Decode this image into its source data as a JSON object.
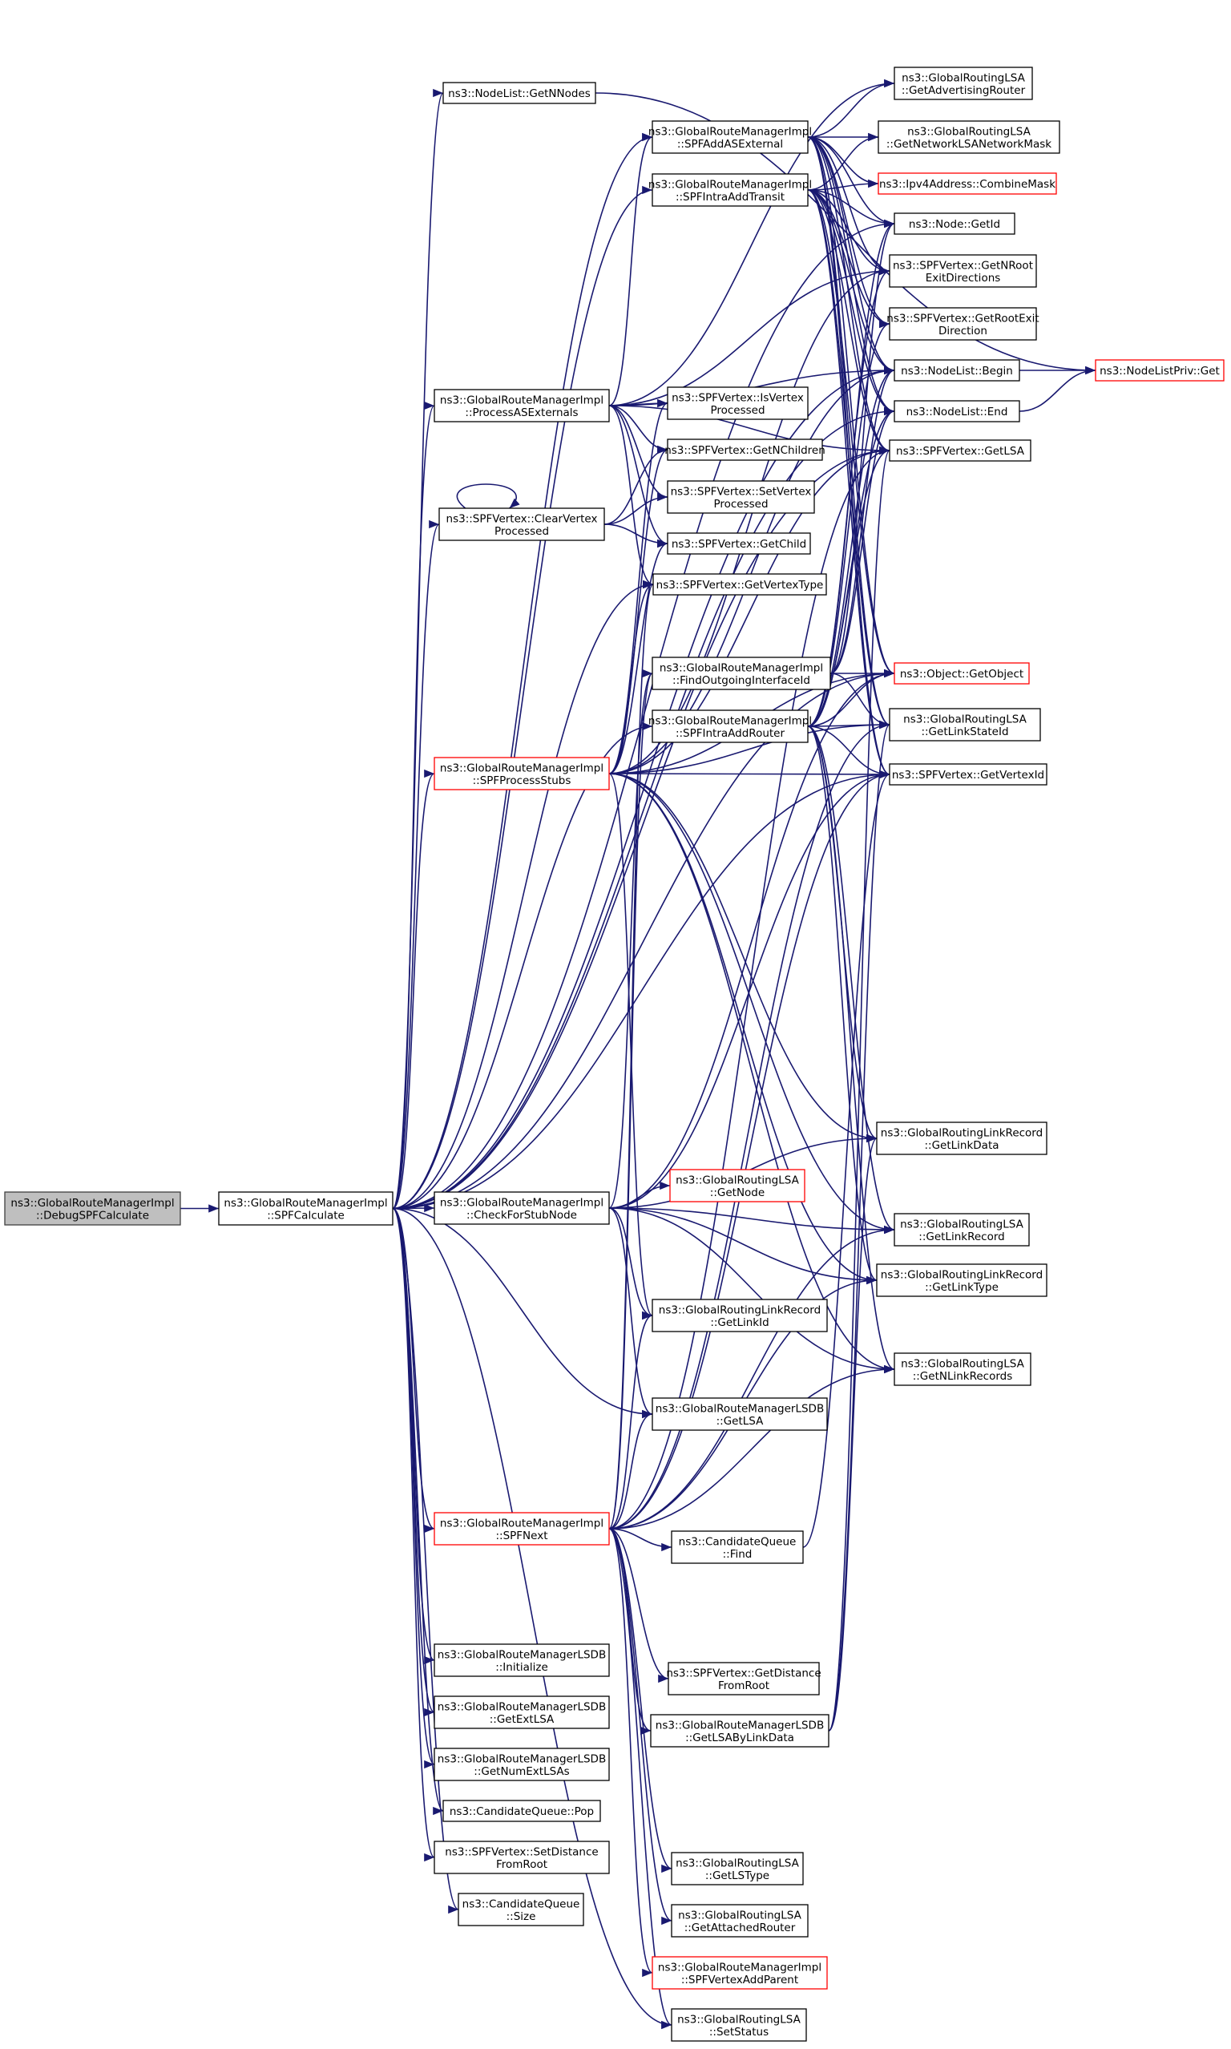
{
  "colors": {
    "edge": "#191970",
    "node_border": "#000000",
    "truncated_border": "#ff0000",
    "root_fill": "#bfbfbf"
  },
  "nodes": [
    {
      "id": "root",
      "lines": [
        "ns3::GlobalRouteManagerImpl",
        "::DebugSPFCalculate"
      ],
      "style": "root"
    },
    {
      "id": "spfcalc",
      "lines": [
        "ns3::GlobalRouteManagerImpl",
        "::SPFCalculate"
      ],
      "style": "normal"
    },
    {
      "id": "getnnodes",
      "lines": [
        "ns3::NodeList::GetNNodes"
      ],
      "style": "normal"
    },
    {
      "id": "asext",
      "lines": [
        "ns3::GlobalRouteManagerImpl",
        "::SPFAddASExternal"
      ],
      "style": "normal"
    },
    {
      "id": "transit",
      "lines": [
        "ns3::GlobalRouteManagerImpl",
        "::SPFIntraAddTransit"
      ],
      "style": "normal"
    },
    {
      "id": "procas",
      "lines": [
        "ns3::GlobalRouteManagerImpl",
        "::ProcessASExternals"
      ],
      "style": "normal"
    },
    {
      "id": "clearvp",
      "lines": [
        "ns3::SPFVertex::ClearVertex",
        "Processed"
      ],
      "style": "normal"
    },
    {
      "id": "stubs",
      "lines": [
        "ns3::GlobalRouteManagerImpl",
        "::SPFProcessStubs"
      ],
      "style": "red"
    },
    {
      "id": "checkstub",
      "lines": [
        "ns3::GlobalRouteManagerImpl",
        "::CheckForStubNode"
      ],
      "style": "normal"
    },
    {
      "id": "spfnext",
      "lines": [
        "ns3::GlobalRouteManagerImpl",
        "::SPFNext"
      ],
      "style": "red"
    },
    {
      "id": "lsdbinit",
      "lines": [
        "ns3::GlobalRouteManagerLSDB",
        "::Initialize"
      ],
      "style": "normal"
    },
    {
      "id": "getextlsa",
      "lines": [
        "ns3::GlobalRouteManagerLSDB",
        "::GetExtLSA"
      ],
      "style": "normal"
    },
    {
      "id": "getnumext",
      "lines": [
        "ns3::GlobalRouteManagerLSDB",
        "::GetNumExtLSAs"
      ],
      "style": "normal"
    },
    {
      "id": "cqpop",
      "lines": [
        "ns3::CandidateQueue::Pop"
      ],
      "style": "normal"
    },
    {
      "id": "setdist",
      "lines": [
        "ns3::SPFVertex::SetDistance",
        "FromRoot"
      ],
      "style": "normal"
    },
    {
      "id": "cqsize",
      "lines": [
        "ns3::CandidateQueue",
        "::Size"
      ],
      "style": "normal"
    },
    {
      "id": "isvp",
      "lines": [
        "ns3::SPFVertex::IsVertex",
        "Processed"
      ],
      "style": "normal"
    },
    {
      "id": "getnchildren",
      "lines": [
        "ns3::SPFVertex::GetNChildren"
      ],
      "style": "normal"
    },
    {
      "id": "setvp",
      "lines": [
        "ns3::SPFVertex::SetVertex",
        "Processed"
      ],
      "style": "normal"
    },
    {
      "id": "getchild",
      "lines": [
        "ns3::SPFVertex::GetChild"
      ],
      "style": "normal"
    },
    {
      "id": "getvtype",
      "lines": [
        "ns3::SPFVertex::GetVertexType"
      ],
      "style": "normal"
    },
    {
      "id": "findout",
      "lines": [
        "ns3::GlobalRouteManagerImpl",
        "::FindOutgoingInterfaceId"
      ],
      "style": "normal"
    },
    {
      "id": "addrouter",
      "lines": [
        "ns3::GlobalRouteManagerImpl",
        "::SPFIntraAddRouter"
      ],
      "style": "normal"
    },
    {
      "id": "lsagetnode",
      "lines": [
        "ns3::GlobalRoutingLSA",
        "::GetNode"
      ],
      "style": "red"
    },
    {
      "id": "getlinkid",
      "lines": [
        "ns3::GlobalRoutingLinkRecord",
        "::GetLinkId"
      ],
      "style": "normal"
    },
    {
      "id": "lsdbgetlsa",
      "lines": [
        "ns3::GlobalRouteManagerLSDB",
        "::GetLSA"
      ],
      "style": "normal"
    },
    {
      "id": "cqfind",
      "lines": [
        "ns3::CandidateQueue",
        "::Find"
      ],
      "style": "normal"
    },
    {
      "id": "getdist",
      "lines": [
        "ns3::SPFVertex::GetDistance",
        "FromRoot"
      ],
      "style": "normal"
    },
    {
      "id": "lsabylink",
      "lines": [
        "ns3::GlobalRouteManagerLSDB",
        "::GetLSAByLinkData"
      ],
      "style": "normal"
    },
    {
      "id": "getlstype",
      "lines": [
        "ns3::GlobalRoutingLSA",
        "::GetLSType"
      ],
      "style": "normal"
    },
    {
      "id": "getattached",
      "lines": [
        "ns3::GlobalRoutingLSA",
        "::GetAttachedRouter"
      ],
      "style": "normal"
    },
    {
      "id": "addparent",
      "lines": [
        "ns3::GlobalRouteManagerImpl",
        "::SPFVertexAddParent"
      ],
      "style": "red"
    },
    {
      "id": "setstatus",
      "lines": [
        "ns3::GlobalRoutingLSA",
        "::SetStatus"
      ],
      "style": "normal"
    },
    {
      "id": "getadvrouter",
      "lines": [
        "ns3::GlobalRoutingLSA",
        "::GetAdvertisingRouter"
      ],
      "style": "normal"
    },
    {
      "id": "getnetmask",
      "lines": [
        "ns3::GlobalRoutingLSA",
        "::GetNetworkLSANetworkMask"
      ],
      "style": "normal"
    },
    {
      "id": "combinemask",
      "lines": [
        "ns3::Ipv4Address::CombineMask"
      ],
      "style": "red"
    },
    {
      "id": "nodegetid",
      "lines": [
        "ns3::Node::GetId"
      ],
      "style": "normal"
    },
    {
      "id": "getnrootexit",
      "lines": [
        "ns3::SPFVertex::GetNRoot",
        "ExitDirections"
      ],
      "style": "normal"
    },
    {
      "id": "getrootexit",
      "lines": [
        "ns3::SPFVertex::GetRootExit",
        "Direction"
      ],
      "style": "normal"
    },
    {
      "id": "nlbegin",
      "lines": [
        "ns3::NodeList::Begin"
      ],
      "style": "normal"
    },
    {
      "id": "nlend",
      "lines": [
        "ns3::NodeList::End"
      ],
      "style": "normal"
    },
    {
      "id": "vgetlsa",
      "lines": [
        "ns3::SPFVertex::GetLSA"
      ],
      "style": "normal"
    },
    {
      "id": "getobject",
      "lines": [
        "ns3::Object::GetObject"
      ],
      "style": "red"
    },
    {
      "id": "getlinkstateid",
      "lines": [
        "ns3::GlobalRoutingLSA",
        "::GetLinkStateId"
      ],
      "style": "normal"
    },
    {
      "id": "getvertexid",
      "lines": [
        "ns3::SPFVertex::GetVertexId"
      ],
      "style": "normal"
    },
    {
      "id": "getlinkdata",
      "lines": [
        "ns3::GlobalRoutingLinkRecord",
        "::GetLinkData"
      ],
      "style": "normal"
    },
    {
      "id": "getlinkrecord",
      "lines": [
        "ns3::GlobalRoutingLSA",
        "::GetLinkRecord"
      ],
      "style": "normal"
    },
    {
      "id": "getlinktype",
      "lines": [
        "ns3::GlobalRoutingLinkRecord",
        "::GetLinkType"
      ],
      "style": "normal"
    },
    {
      "id": "getnlinkrecords",
      "lines": [
        "ns3::GlobalRoutingLSA",
        "::GetNLinkRecords"
      ],
      "style": "normal"
    },
    {
      "id": "nlprivget",
      "lines": [
        "ns3::NodeListPriv::Get"
      ],
      "style": "red"
    }
  ],
  "edges": [
    [
      "root",
      "spfcalc"
    ],
    [
      "spfcalc",
      "getnnodes"
    ],
    [
      "spfcalc",
      "asext"
    ],
    [
      "spfcalc",
      "transit"
    ],
    [
      "spfcalc",
      "procas"
    ],
    [
      "spfcalc",
      "clearvp"
    ],
    [
      "spfcalc",
      "stubs"
    ],
    [
      "spfcalc",
      "checkstub"
    ],
    [
      "spfcalc",
      "spfnext"
    ],
    [
      "spfcalc",
      "lsdbinit"
    ],
    [
      "spfcalc",
      "getextlsa"
    ],
    [
      "spfcalc",
      "getnumext"
    ],
    [
      "spfcalc",
      "cqpop"
    ],
    [
      "spfcalc",
      "setdist"
    ],
    [
      "spfcalc",
      "cqsize"
    ],
    [
      "spfcalc",
      "getvtype"
    ],
    [
      "spfcalc",
      "addrouter"
    ],
    [
      "spfcalc",
      "lsdbgetlsa"
    ],
    [
      "spfcalc",
      "getvertexid"
    ],
    [
      "spfcalc",
      "vgetlsa"
    ],
    [
      "spfcalc",
      "nodegetid"
    ],
    [
      "spfcalc",
      "nlbegin"
    ],
    [
      "spfcalc",
      "nlend"
    ],
    [
      "spfcalc",
      "getobject"
    ],
    [
      "spfcalc",
      "setstatus"
    ],
    [
      "getnnodes",
      "nlprivget"
    ],
    [
      "asext",
      "getadvrouter"
    ],
    [
      "asext",
      "getnetmask"
    ],
    [
      "asext",
      "combinemask"
    ],
    [
      "asext",
      "nodegetid"
    ],
    [
      "asext",
      "getnrootexit"
    ],
    [
      "asext",
      "getrootexit"
    ],
    [
      "asext",
      "nlbegin"
    ],
    [
      "asext",
      "nlend"
    ],
    [
      "asext",
      "vgetlsa"
    ],
    [
      "asext",
      "getobject"
    ],
    [
      "asext",
      "getlinkstateid"
    ],
    [
      "asext",
      "getvertexid"
    ],
    [
      "transit",
      "getnetmask"
    ],
    [
      "transit",
      "combinemask"
    ],
    [
      "transit",
      "nodegetid"
    ],
    [
      "transit",
      "getnrootexit"
    ],
    [
      "transit",
      "getrootexit"
    ],
    [
      "transit",
      "nlbegin"
    ],
    [
      "transit",
      "nlend"
    ],
    [
      "transit",
      "vgetlsa"
    ],
    [
      "transit",
      "getobject"
    ],
    [
      "transit",
      "getlinkstateid"
    ],
    [
      "transit",
      "getvertexid"
    ],
    [
      "procas",
      "getadvrouter"
    ],
    [
      "procas",
      "asext"
    ],
    [
      "procas",
      "isvp"
    ],
    [
      "procas",
      "getnchildren"
    ],
    [
      "procas",
      "setvp"
    ],
    [
      "procas",
      "getchild"
    ],
    [
      "procas",
      "getvtype"
    ],
    [
      "procas",
      "getnrootexit"
    ],
    [
      "procas",
      "nlbegin"
    ],
    [
      "procas",
      "vgetlsa"
    ],
    [
      "clearvp",
      "clearvp"
    ],
    [
      "clearvp",
      "getnchildren"
    ],
    [
      "clearvp",
      "setvp"
    ],
    [
      "clearvp",
      "getchild"
    ],
    [
      "stubs",
      "isvp"
    ],
    [
      "stubs",
      "getnchildren"
    ],
    [
      "stubs",
      "getchild"
    ],
    [
      "stubs",
      "getvtype"
    ],
    [
      "stubs",
      "getvertexid"
    ],
    [
      "stubs",
      "getlinkid"
    ],
    [
      "stubs",
      "getlinkdata"
    ],
    [
      "stubs",
      "getlinkrecord"
    ],
    [
      "stubs",
      "getlinktype"
    ],
    [
      "stubs",
      "getnlinkrecords"
    ],
    [
      "stubs",
      "vgetlsa"
    ],
    [
      "stubs",
      "getlinkstateid"
    ],
    [
      "stubs",
      "nlbegin"
    ],
    [
      "stubs",
      "getnrootexit"
    ],
    [
      "stubs",
      "getobject"
    ],
    [
      "checkstub",
      "lsagetnode"
    ],
    [
      "checkstub",
      "getlinkrecord"
    ],
    [
      "checkstub",
      "getlinktype"
    ],
    [
      "checkstub",
      "getlinkid"
    ],
    [
      "checkstub",
      "lsdbgetlsa"
    ],
    [
      "checkstub",
      "getnlinkrecords"
    ],
    [
      "checkstub",
      "getlinkdata"
    ],
    [
      "checkstub",
      "getobject"
    ],
    [
      "checkstub",
      "findout"
    ],
    [
      "checkstub",
      "getvertexid"
    ],
    [
      "spfnext",
      "getlinkid"
    ],
    [
      "spfnext",
      "lsdbgetlsa"
    ],
    [
      "spfnext",
      "cqfind"
    ],
    [
      "spfnext",
      "getdist"
    ],
    [
      "spfnext",
      "lsabylink"
    ],
    [
      "spfnext",
      "getlstype"
    ],
    [
      "spfnext",
      "getattached"
    ],
    [
      "spfnext",
      "addparent"
    ],
    [
      "spfnext",
      "setstatus"
    ],
    [
      "spfnext",
      "getlinkrecord"
    ],
    [
      "spfnext",
      "getlinktype"
    ],
    [
      "spfnext",
      "getnlinkrecords"
    ],
    [
      "spfnext",
      "getvtype"
    ],
    [
      "spfnext",
      "vgetlsa"
    ],
    [
      "spfnext",
      "findout"
    ],
    [
      "spfnext",
      "getlinkstateid"
    ],
    [
      "spfnext",
      "getvertexid"
    ],
    [
      "cqfind",
      "getvertexid"
    ],
    [
      "lsabylink",
      "getlinkstateid"
    ],
    [
      "lsabylink",
      "getlinkdata"
    ],
    [
      "lsabylink",
      "vgetlsa"
    ],
    [
      "findout",
      "getobject"
    ],
    [
      "findout",
      "getlinkstateid"
    ],
    [
      "findout",
      "nlbegin"
    ],
    [
      "findout",
      "nlend"
    ],
    [
      "findout",
      "nodegetid"
    ],
    [
      "addrouter",
      "getobject"
    ],
    [
      "addrouter",
      "getlinkstateid"
    ],
    [
      "addrouter",
      "getvertexid"
    ],
    [
      "addrouter",
      "getlinkdata"
    ],
    [
      "addrouter",
      "getlinkrecord"
    ],
    [
      "addrouter",
      "getlinktype"
    ],
    [
      "addrouter",
      "getnlinkrecords"
    ],
    [
      "addrouter",
      "nodegetid"
    ],
    [
      "addrouter",
      "getnrootexit"
    ],
    [
      "addrouter",
      "getrootexit"
    ],
    [
      "addrouter",
      "nlbegin"
    ],
    [
      "addrouter",
      "nlend"
    ],
    [
      "addrouter",
      "vgetlsa"
    ],
    [
      "nlbegin",
      "nlprivget"
    ],
    [
      "nlend",
      "nlprivget"
    ]
  ]
}
